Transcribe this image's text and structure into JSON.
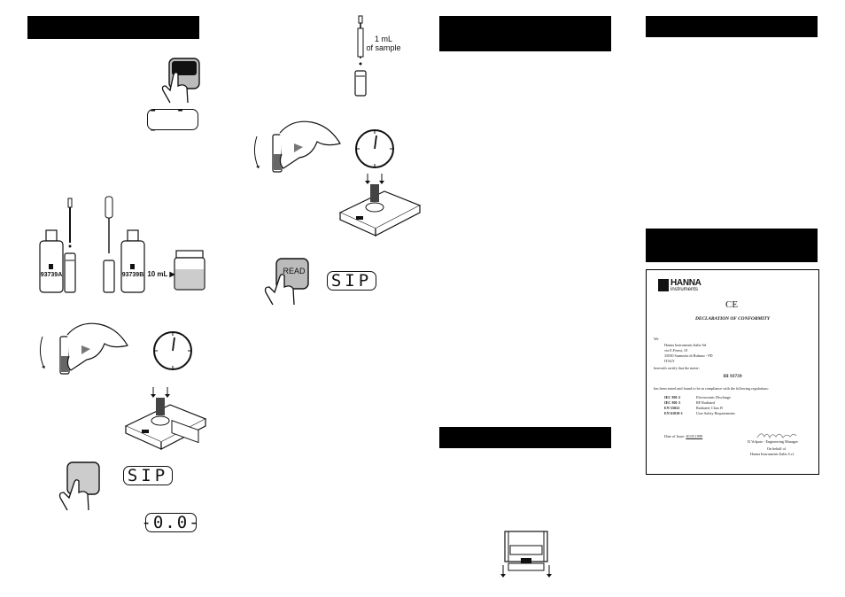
{
  "procedure": {
    "display_dashes": "- - -",
    "bottle_a": "93739A",
    "bottle_b": "93739B",
    "beaker_volume": "10 mL",
    "display_sip_1": "SIP",
    "display_zero": "-0.0-",
    "sample_volume_line1": "1 mL",
    "sample_volume_line2": "of sample",
    "read_button": "READ",
    "display_sip_2": "SIP"
  },
  "declaration": {
    "brand_line1": "HANNA",
    "brand_line2": "instruments",
    "ce_mark": "CE",
    "title": "DECLARATION OF CONFORMITY",
    "we": "We",
    "company_name": "Hanna Instruments Italia Srl",
    "company_street": "via E.Fermi, 10",
    "company_city": "35030 Sarmeola di Rubano - PD",
    "company_country": "ITALY",
    "certify": "herewith certify that the meter:",
    "meter_model": "HI 93739",
    "tested": "has been tested and found to be in compliance with the following regulations:",
    "regulations": [
      {
        "code": "IEC 801-2",
        "desc": "Electrostatic Discharge"
      },
      {
        "code": "IEC 801-3",
        "desc": "RF Radiated"
      },
      {
        "code": "EN 55022",
        "desc": "Radiated, Class B"
      },
      {
        "code": "EN 61010-1",
        "desc": "User Safety Requirements"
      }
    ],
    "date_label": "Date of Issue:",
    "date_value": "20.05.1999",
    "signatory": "D.Volpato - Engineering Manager",
    "on_behalf": "On behalf of",
    "on_behalf_company": "Hanna Instruments Italia S.r.l."
  }
}
